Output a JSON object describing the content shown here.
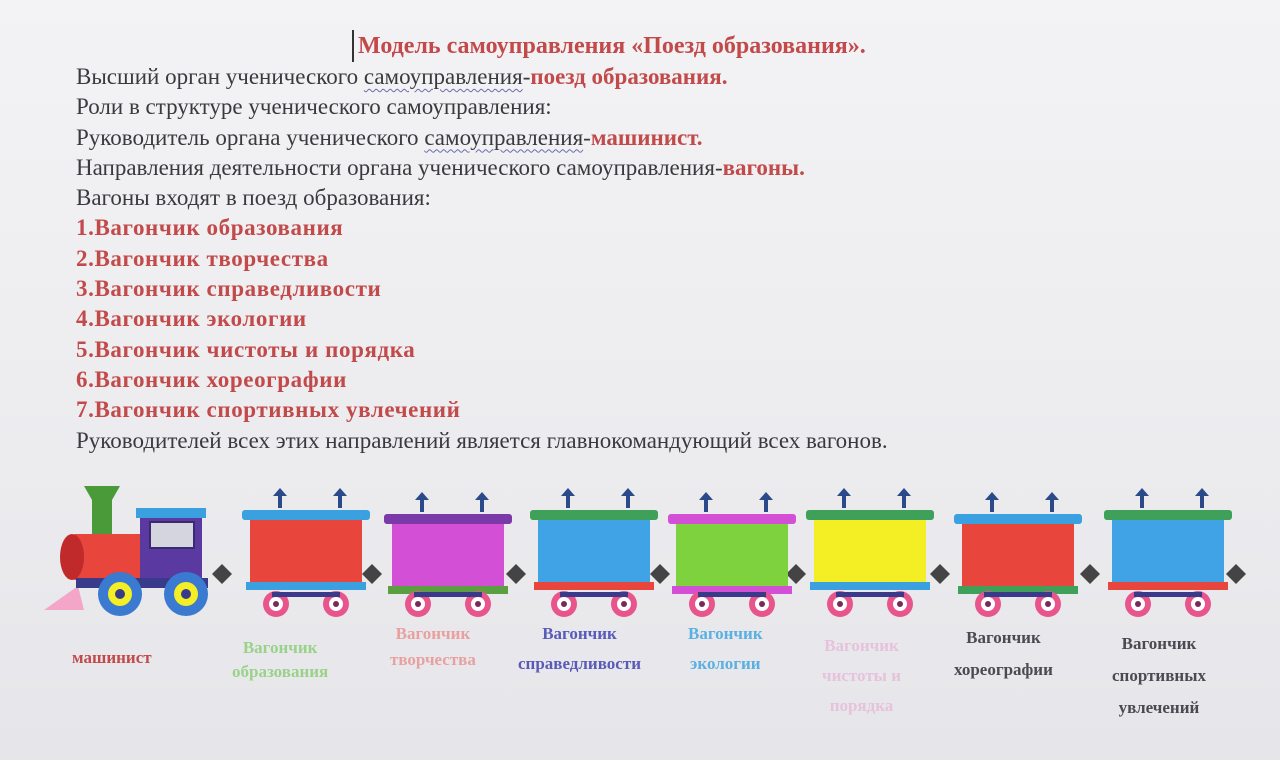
{
  "document": {
    "title": "Модель самоуправления «Поезд образования».",
    "line1_prefix": "Высший орган ученического ",
    "line1_underlined": "самоуправления",
    "line1_dash": "-",
    "line1_hl": "поезд образования.",
    "line2": "Роли в структуре ученического самоуправления:",
    "line3_prefix": "Руководитель органа ученического ",
    "line3_underlined": "самоуправления",
    "line3_dash": "-",
    "line3_hl": "машинист.",
    "line4_prefix": "Направления деятельности органа ученического самоуправления-",
    "line4_hl": "вагоны.",
    "line5": "Вагоны входят в поезд образования:",
    "list": [
      "1.Вагончик образования",
      "2.Вагончик творчества",
      "3.Вагончик справедливости",
      "4.Вагончик экологии",
      "5.Вагончик чистоты и порядка",
      "6.Вагончик хореографии",
      "7.Вагончик спортивных увлечений"
    ],
    "closing": "Руководителей всех этих направлений является главнокомандующий всех вагонов."
  },
  "colors": {
    "accent_red": "#c24a4a",
    "text": "#3a3a3e"
  },
  "train": {
    "wagons": [
      {
        "body": "#e8453c",
        "roof": "#3aa0e0",
        "base": "#3aa0e0"
      },
      {
        "body": "#d24fd6",
        "roof": "#7a3aa8",
        "base": "#5aa040"
      },
      {
        "body": "#3fa3e6",
        "roof": "#3fa05a",
        "base": "#e8453c"
      },
      {
        "body": "#7ed23e",
        "roof": "#d24fd6",
        "base": "#d24fd6"
      },
      {
        "body": "#f4ee24",
        "roof": "#3fa05a",
        "base": "#3aa0e0"
      },
      {
        "body": "#e8453c",
        "roof": "#3aa0e0",
        "base": "#3fa05a"
      },
      {
        "body": "#3fa3e6",
        "roof": "#3fa05a",
        "base": "#e8453c"
      }
    ]
  },
  "labels": {
    "driver": "машинист",
    "w1_a": "Вагончик",
    "w1_b": "образования",
    "w2_a": "Вагончик",
    "w2_b": "творчества",
    "w3_a": "Вагончик",
    "w3_b": "справедливости",
    "w4_a": "Вагончик",
    "w4_b": "экологии",
    "w5_a": "Вагончик",
    "w5_b": "чистоты и",
    "w5_c": "порядка",
    "w6_a": "Вагончик",
    "w6_b": "хореографии",
    "w7_a": "Вагончик",
    "w7_b": "спортивных",
    "w7_c": "увлечений"
  }
}
